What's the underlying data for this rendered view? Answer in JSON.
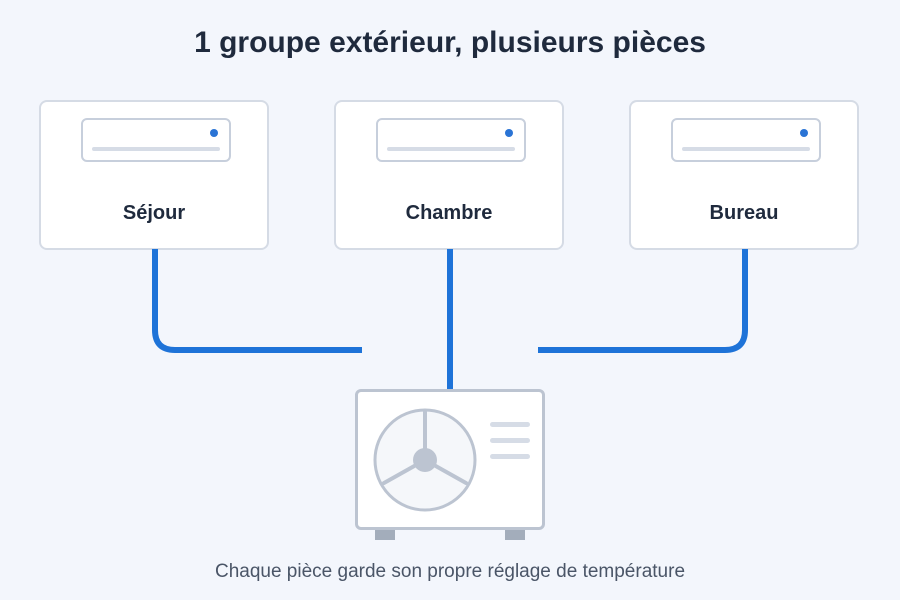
{
  "diagram": {
    "title": "1 groupe extérieur, plusieurs pièces",
    "rooms": [
      {
        "label": "Séjour"
      },
      {
        "label": "Chambre"
      },
      {
        "label": "Bureau"
      }
    ],
    "caption": "Chaque pièce garde son propre réglage de température",
    "colors": {
      "background": "#f3f6fc",
      "pipe": "#1e73d8",
      "indicator_led": "#2a74d5",
      "card_border": "#d5dbe5",
      "outdoor_unit_border": "#bcc4d1",
      "text_dark": "#1f2a3d",
      "text_muted": "#4a5567"
    },
    "icons": {
      "indoor_unit": "wall-mounted-ac-icon",
      "outdoor_unit": "outdoor-compressor-fan-icon"
    }
  }
}
